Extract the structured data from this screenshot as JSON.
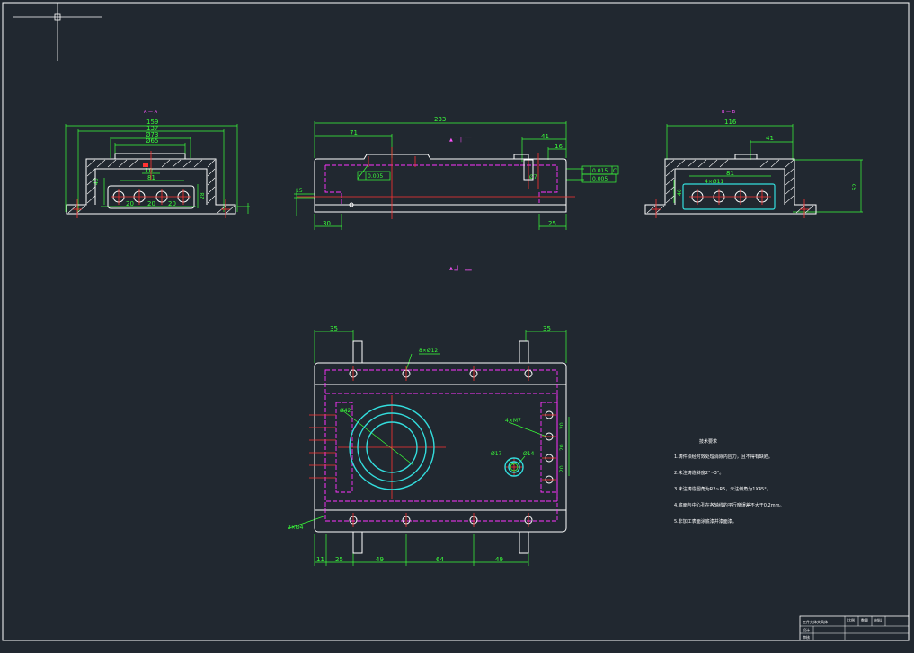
{
  "drawing": {
    "front_view": {
      "dims": [
        "159",
        "137",
        "Ø73",
        "Ø65",
        "10",
        "81",
        "20",
        "20",
        "20",
        "40",
        "28"
      ]
    },
    "side_view": {
      "dims": [
        "233",
        "71",
        "41",
        "16",
        "15",
        "Ø7",
        "30",
        "25",
        "0.005",
        "0.015",
        "0.005",
        "C"
      ]
    },
    "right_view": {
      "dims": [
        "116",
        "41",
        "81",
        "4×Ø11",
        "40",
        "52"
      ]
    },
    "top_view": {
      "dims": [
        "35",
        "35",
        "8×Ø12",
        "Ø42",
        "4×M7",
        "Ø17",
        "Ø14",
        "20",
        "20",
        "20",
        "2×Ø4",
        "11",
        "25",
        "49",
        "64",
        "49"
      ]
    },
    "section_markers": {
      "a": "A — A",
      "b": "B — B"
    },
    "notes": {
      "title": "技术要求",
      "items": [
        "1.铸件须经时效处理消除内应力，且不得有缺陷。",
        "2.未注铸造斜度2°~3°。",
        "3.未注铸造圆角为R2~R5，未注倒角为1X45°。",
        "4.底面与中心孔在各轴线的平行度误差不大于0.2mm。",
        "5.非加工表面涂底漆并漆面漆。"
      ]
    },
    "title_block": {
      "name": "工件大体夹具体",
      "c1": "比例",
      "c2": "数量",
      "c3": "材料",
      "r1": "设计",
      "r2": "审核"
    }
  }
}
